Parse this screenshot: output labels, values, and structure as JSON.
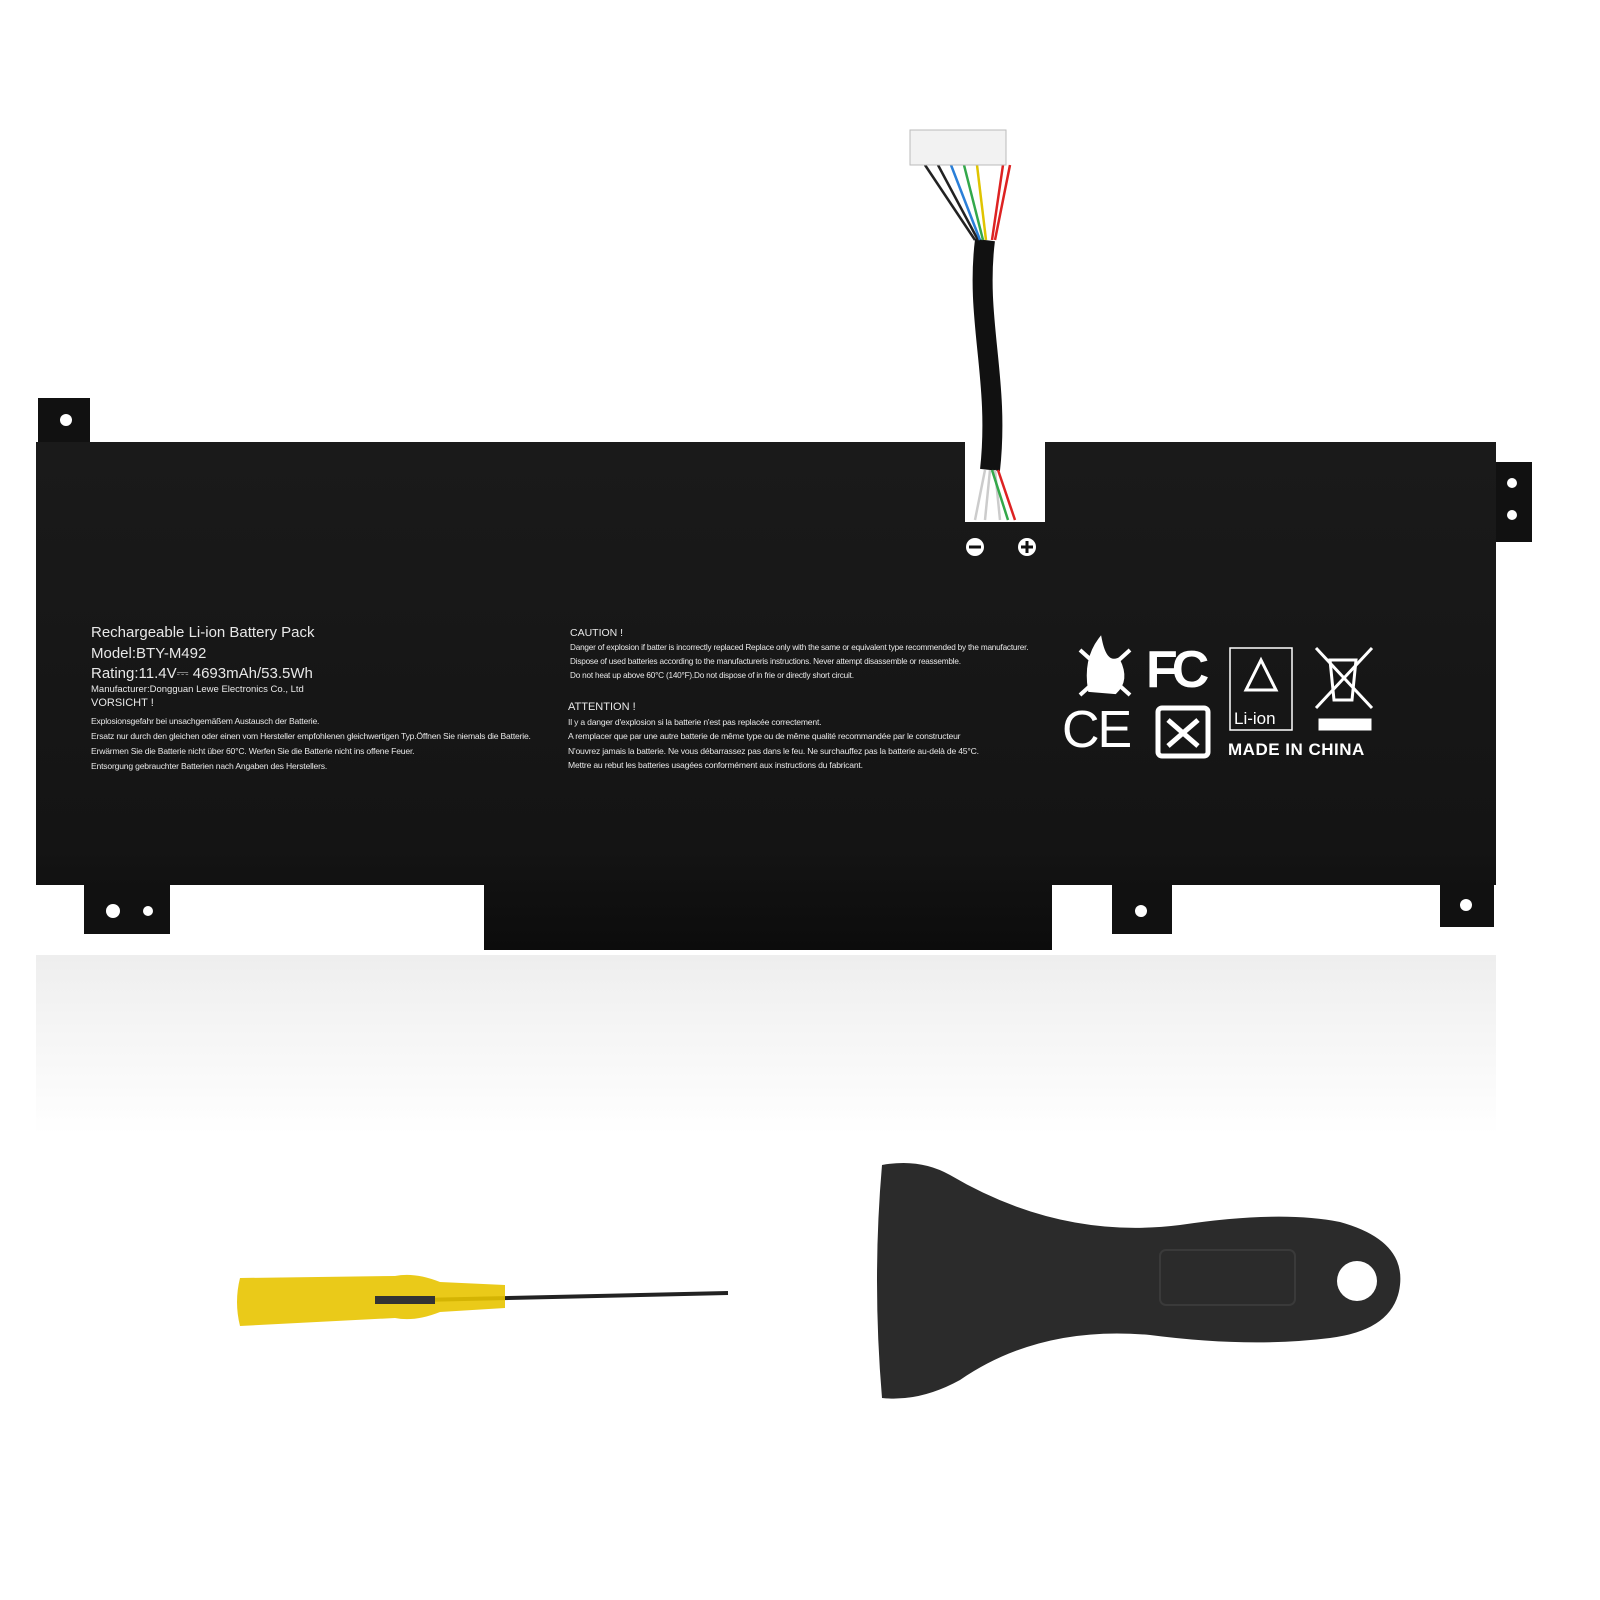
{
  "battery": {
    "title": "Rechargeable Li-ion Battery Pack",
    "model": "Model:BTY-M492",
    "rating": "Rating:11.4V⎓ 4693mAh/53.5Wh",
    "manufacturer": "Manufacturer:Dongguan Lewe Electronics Co., Ltd",
    "german": {
      "heading": "VORSICHT !",
      "lines": [
        "Explosionsgefahr bei unsachgemäßem Austausch der Batterie.",
        "Ersatz nur durch den gleichen oder einen vom Hersteller empfohlenen gleichwertigen Typ.Öffnen Sie niemals die Batterie.",
        "Erwärmen Sie die Batterie nicht über 60°C. Werfen Sie die Batterie nicht ins offene Feuer.",
        "Entsorgung gebrauchter Batterien nach Angaben des Herstellers."
      ]
    },
    "english": {
      "heading": "CAUTION !",
      "lines": [
        "Danger of explosion if batter is incorrectly replaced Replace only with the same or equivalent type recommended by the manufacturer.",
        "Dispose of used batteries according to the manufactureris instructions. Never attempt disassemble or reassemble.",
        "Do not heat up above 60°C (140°F).Do not dispose of in frie or directly short circuit."
      ]
    },
    "french": {
      "heading": "ATTENTION !",
      "lines": [
        "Il y a danger d'explosion si la batterie n'est pas replacée correctement.",
        "A remplacer que par une autre batterie de même type ou de même qualité recommandée par le constructeur",
        "N'ouvrez jamais la batterie. Ne vous débarrassez pas dans le feu. Ne surchauffez pas la batterie au-delà de 45°C.",
        "Mettre au rebut les batteries usagées conformément aux instructions du fabricant."
      ]
    },
    "marks": {
      "fc": "FC",
      "ce": "CE",
      "liion": "Li-ion",
      "origin": "MADE IN CHINA"
    },
    "terminals": {
      "negative": "−",
      "positive": "+"
    }
  },
  "colors": {
    "battery": "#141414",
    "screwdriver_handle": "#e8c400",
    "pry_tool": "#2a2a2a"
  },
  "icons": [
    "no-fire-icon",
    "fcc-icon",
    "recycle-icon",
    "weee-bin-icon",
    "ce-icon",
    "china-rohs-icon"
  ]
}
